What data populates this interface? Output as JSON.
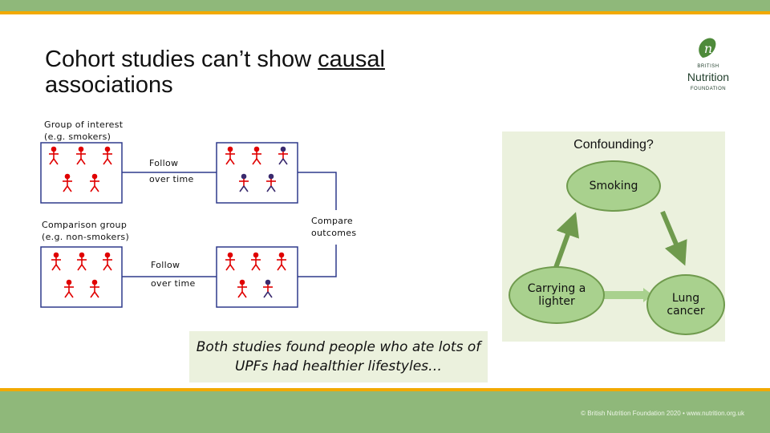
{
  "slide": {
    "title_part1": "Cohort studies can’t show ",
    "title_underlined": "causal",
    "title_part2": "associations"
  },
  "logo": {
    "mark": "n",
    "line1": "BRITISH",
    "line2": "Nutrition",
    "line3": "FOUNDATION"
  },
  "diagram": {
    "group_label_1": "Group of interest",
    "group_label_2": "(e.g. smokers)",
    "comparison_label_1": "Comparison group",
    "comparison_label_2": "(e.g. non-smokers)",
    "follow_label": "Follow",
    "over_time_label": "over time",
    "compare_label": "Compare",
    "outcomes_label": "outcomes"
  },
  "confounding": {
    "heading": "Confounding?",
    "node_smoking": "Smoking",
    "node_lighter": "Carrying a lighter",
    "node_lung": "Lung cancer"
  },
  "caption": {
    "text": "Both studies found people who ate lots of UPFs had healthier lifestyles…"
  },
  "footer": {
    "text": "© British Nutrition Foundation 2020 • www.nutrition.org.uk"
  },
  "colors": {
    "band_green": "#8fb87a",
    "stripe_orange": "#f2a900",
    "figure_red": "#e00000",
    "figure_dark": "#3a2a6e",
    "node_green": "#a9d18e",
    "panel_bg": "#ebf1dd",
    "box_blue": "#2e3a8c"
  }
}
